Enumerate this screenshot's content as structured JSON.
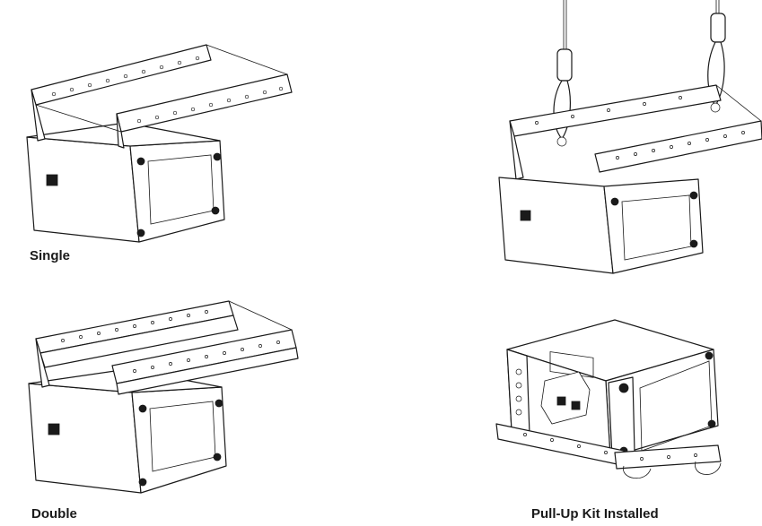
{
  "figures": [
    {
      "id": "single",
      "caption": "Single"
    },
    {
      "id": "double",
      "caption": "Double"
    },
    {
      "id": "hanging",
      "caption": ""
    },
    {
      "id": "pullup",
      "caption": "Pull-Up Kit Installed"
    }
  ]
}
